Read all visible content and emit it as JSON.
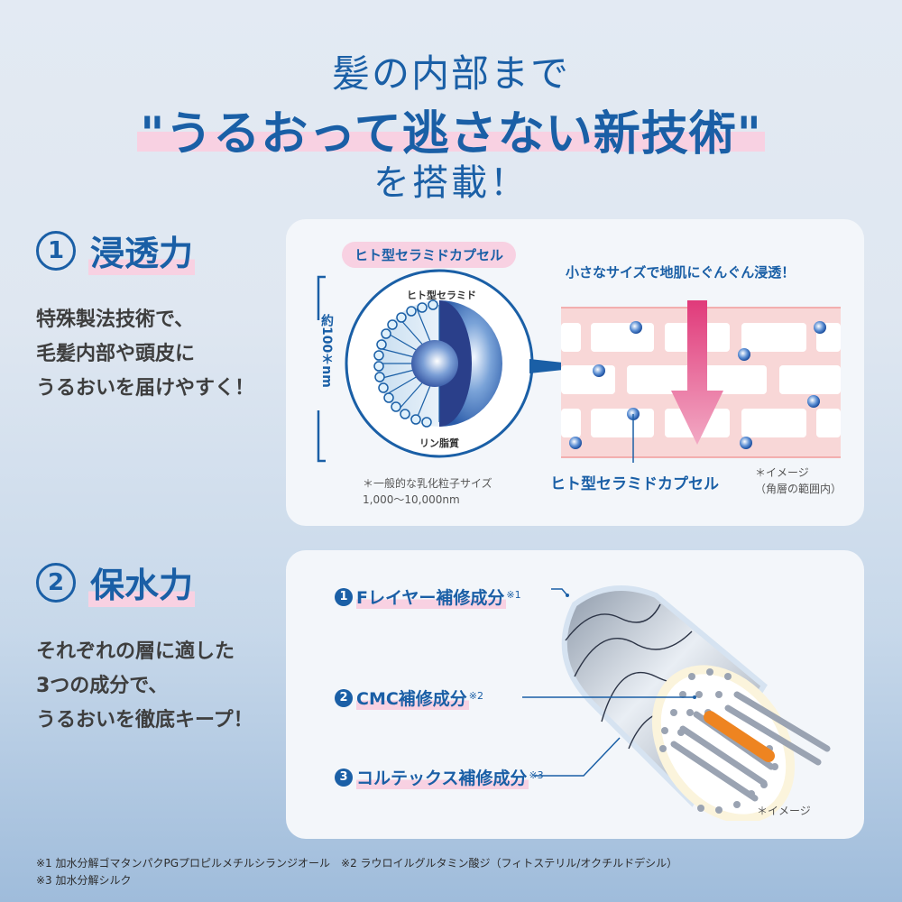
{
  "header": {
    "line1": "髪の内部まで",
    "line2": "\"うるおって逃さない新技術\"",
    "line3": "を搭載！"
  },
  "section1": {
    "number": "1",
    "title": "浸透力",
    "description_lines": [
      "特殊製法技術で、",
      "毛髪内部や頭皮に",
      "うるおいを届けやすく！"
    ],
    "diagram": {
      "pill_label": "ヒト型セラミドカプセル",
      "size_label": "約100＊nm",
      "outer_label": "ヒト型セラミド",
      "inner_label": "リン脂質",
      "note_line1": "＊一般的な乳化粒子サイズ",
      "note_line2": "1,000〜10,000nm",
      "penetrate_caption": "小さなサイズで地肌にぐんぐん浸透！",
      "capsule_label": "ヒト型セラミドカプセル",
      "image_note_line1": "＊イメージ",
      "image_note_line2": "（角層の範囲内）"
    }
  },
  "section2": {
    "number": "2",
    "title": "保水力",
    "description_lines": [
      "それぞれの層に適した",
      "3つの成分で、",
      "うるおいを徹底キープ！"
    ],
    "ingredients": [
      {
        "num": "1",
        "label": "Fレイヤー補修成分",
        "ref": "※1"
      },
      {
        "num": "2",
        "label": "CMC補修成分",
        "ref": "※2"
      },
      {
        "num": "3",
        "label": "コルテックス補修成分",
        "ref": "※3"
      }
    ],
    "image_note": "＊イメージ"
  },
  "footnotes": {
    "line1": "※1 加水分解ゴマタンパクPGプロピルメチルシランジオール　※2 ラウロイルグルタミン酸ジ（フィトステリル/オクチルドデシル）",
    "line2": "※3 加水分解シルク"
  },
  "colors": {
    "primary_blue": "#1a5fa6",
    "highlight_pink": "#f8d1e2",
    "arrow_pink": "#e0457f",
    "core_orange": "#ee8420"
  }
}
